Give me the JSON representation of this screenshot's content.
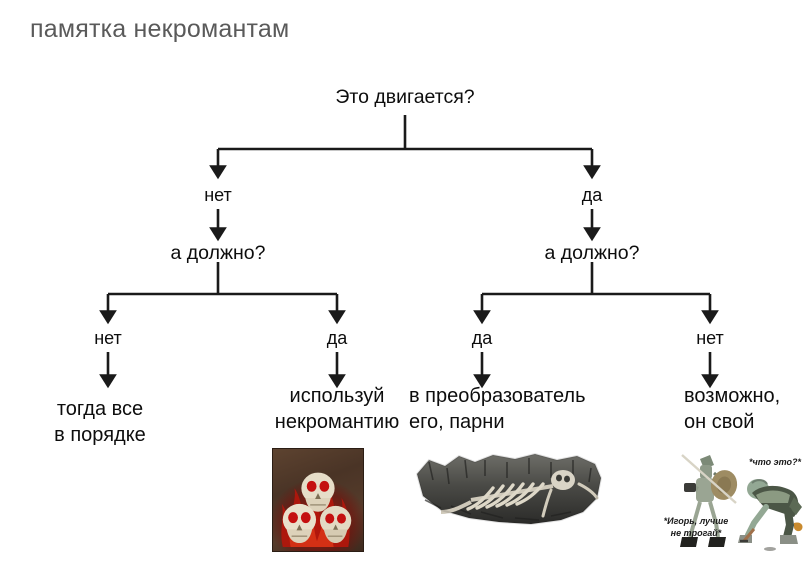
{
  "slide": {
    "title": "памятка некромантам",
    "title_color": "#5a5a5a",
    "background": "#ffffff",
    "text_color": "#0d0d0d",
    "line_color": "#1a1a1a"
  },
  "flow": {
    "root": {
      "text": "Это двигается?"
    },
    "level1": {
      "left": {
        "label": "нет",
        "question": "а должно?"
      },
      "right": {
        "label": "да",
        "question": "а должно?"
      }
    },
    "level2": {
      "ll": {
        "label": "нет",
        "result": "тогда все\nв порядке"
      },
      "lr": {
        "label": "да",
        "result": "используй\nнекромантию"
      },
      "rl": {
        "label": "да",
        "result": "в преобразователь\nего, парни"
      },
      "rr": {
        "label": "нет",
        "result": "возможно,\nон свой"
      }
    }
  },
  "pictures": [
    {
      "id": "skulls-image",
      "alt": "three skulls on red flames"
    },
    {
      "id": "skeleton-image",
      "alt": "skeleton lying in a dug pit"
    },
    {
      "id": "cartoon-image",
      "alt": "two cartoon figures, a skeleton warrior and a stooping man"
    }
  ],
  "captions": {
    "igor": "*Игорь, лучше\nне трогай*",
    "what": "*что это?*"
  }
}
